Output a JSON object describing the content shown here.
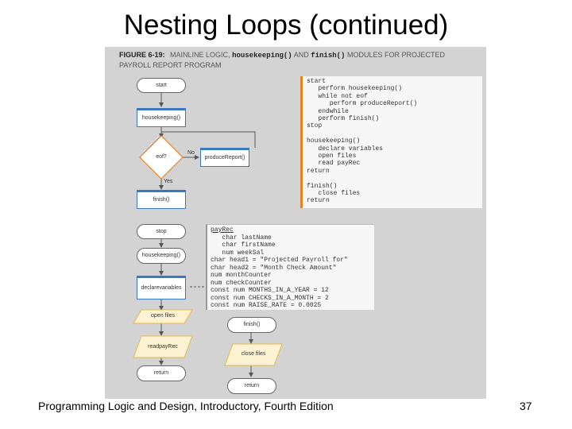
{
  "slide": {
    "title": "Nesting Loops (continued)",
    "footer": "Programming Logic and Design, Introductory, Fourth Edition",
    "page_number": "37"
  },
  "figure": {
    "fig_label": "FIGURE 6-19:",
    "caption_part1": "MAINLINE LOGIC,",
    "caption_code1": "housekeeping()",
    "caption_part2": "AND",
    "caption_code2": "finish()",
    "caption_part3": "MODULES FOR PROJECTED",
    "caption_line2": "PAYROLL REPORT PROGRAM"
  },
  "flowchart": {
    "start": "start",
    "housekeeping": "housekeeping()",
    "eof": "eof?",
    "no_label": "No",
    "yes_label": "Yes",
    "produce_report": "produceReport()",
    "finish": "finish()",
    "stop": "stop",
    "housekeeping2": "housekeeping()",
    "declare_line1": "declare",
    "declare_line2": "variables",
    "open_files": "open files",
    "read_line1": "read",
    "read_line2": "payRec",
    "return1": "return",
    "finish2": "finish()",
    "close_files": "close files",
    "return2": "return"
  },
  "pseudocode_main": [
    "start",
    "   perform housekeeping()",
    "   while not eof",
    "      perform produceReport()",
    "   endwhile",
    "   perform finish()",
    "stop",
    "",
    "housekeeping()",
    "   declare variables",
    "   open files",
    "   read payRec",
    "return",
    "",
    "finish()",
    "   close files",
    "return"
  ],
  "pseudocode_vars": [
    "payRec",
    "   char lastName",
    "   char firstName",
    "   num weekSal",
    "char head1 = \"Projected Payroll for\"",
    "char head2 = \"Month Check Amount\"",
    "num monthCounter",
    "num checkCounter",
    "const num MONTHS_IN_A_YEAR = 12",
    "const num CHECKS_IN_A_MONTH = 2",
    "const num RAISE_RATE = 0.0025"
  ],
  "colors": {
    "figure_bg": "#d3d3d3",
    "process_border": "#3a78c2",
    "decision_border": "#e8821e",
    "io_fill": "#fdf3d3",
    "io_border": "#e6b84a",
    "accent_bar": "#e8821e"
  }
}
